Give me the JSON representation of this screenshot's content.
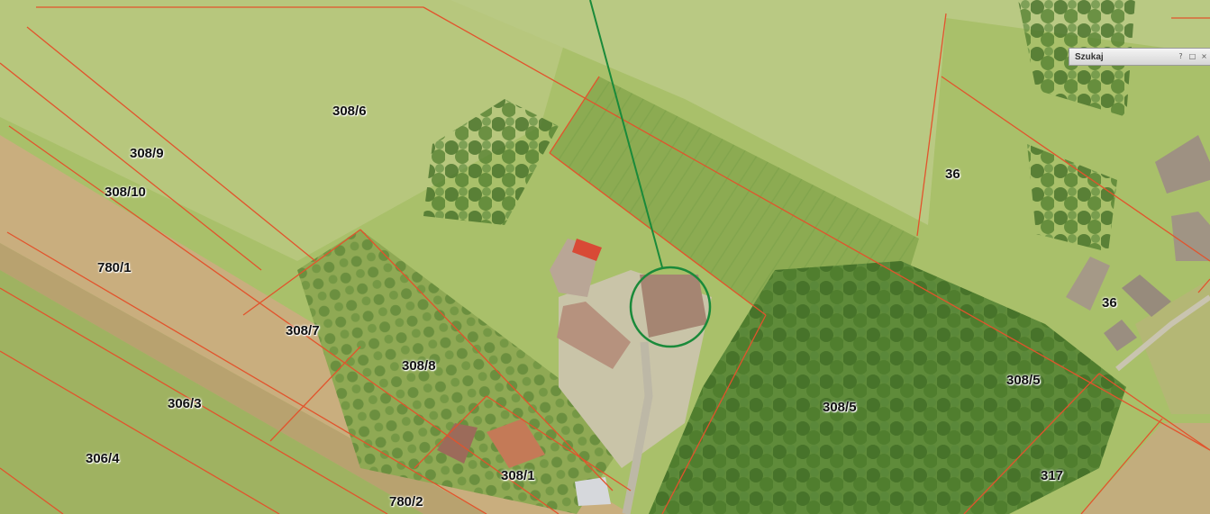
{
  "map": {
    "parcels": [
      {
        "id": "p-308-6",
        "label": "308/6"
      },
      {
        "id": "p-308-9",
        "label": "308/9"
      },
      {
        "id": "p-308-10",
        "label": "308/10"
      },
      {
        "id": "p-780-1",
        "label": "780/1"
      },
      {
        "id": "p-308-7",
        "label": "308/7"
      },
      {
        "id": "p-308-8",
        "label": "308/8"
      },
      {
        "id": "p-306-3",
        "label": "306/3"
      },
      {
        "id": "p-306-4",
        "label": "306/4"
      },
      {
        "id": "p-308-1",
        "label": "308/1"
      },
      {
        "id": "p-780-2",
        "label": "780/2"
      },
      {
        "id": "p-308-5a",
        "label": "308/5"
      },
      {
        "id": "p-308-5b",
        "label": "308/5"
      },
      {
        "id": "p-36a",
        "label": "36"
      },
      {
        "id": "p-36b",
        "label": "36"
      },
      {
        "id": "p-317",
        "label": "317"
      }
    ],
    "boundary_color": "#e2532c",
    "marker_color": "#1a8a3a"
  },
  "search_widget": {
    "title": "Szukaj",
    "help_icon": "question-icon",
    "restore_icon": "restore-window-icon",
    "close_icon": "close-icon"
  }
}
